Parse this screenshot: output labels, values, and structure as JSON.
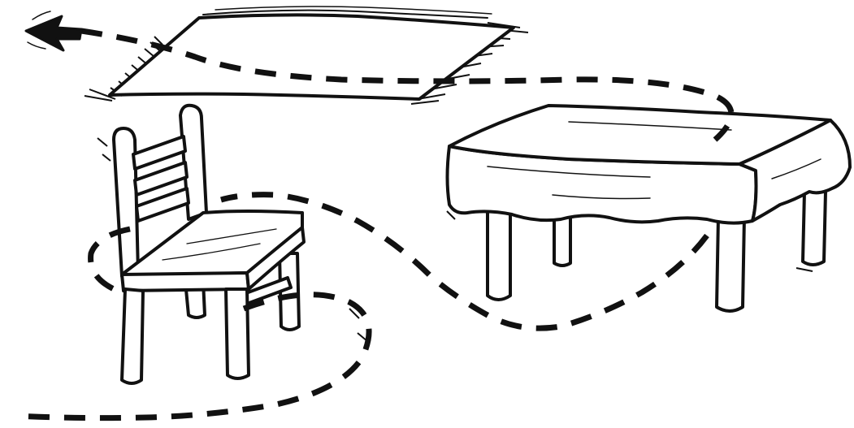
{
  "scene": {
    "objects": [
      "rug",
      "chair",
      "table",
      "dashed-path",
      "arrow-head"
    ],
    "colors": {
      "ink": "#111111",
      "paper": "#ffffff"
    }
  }
}
